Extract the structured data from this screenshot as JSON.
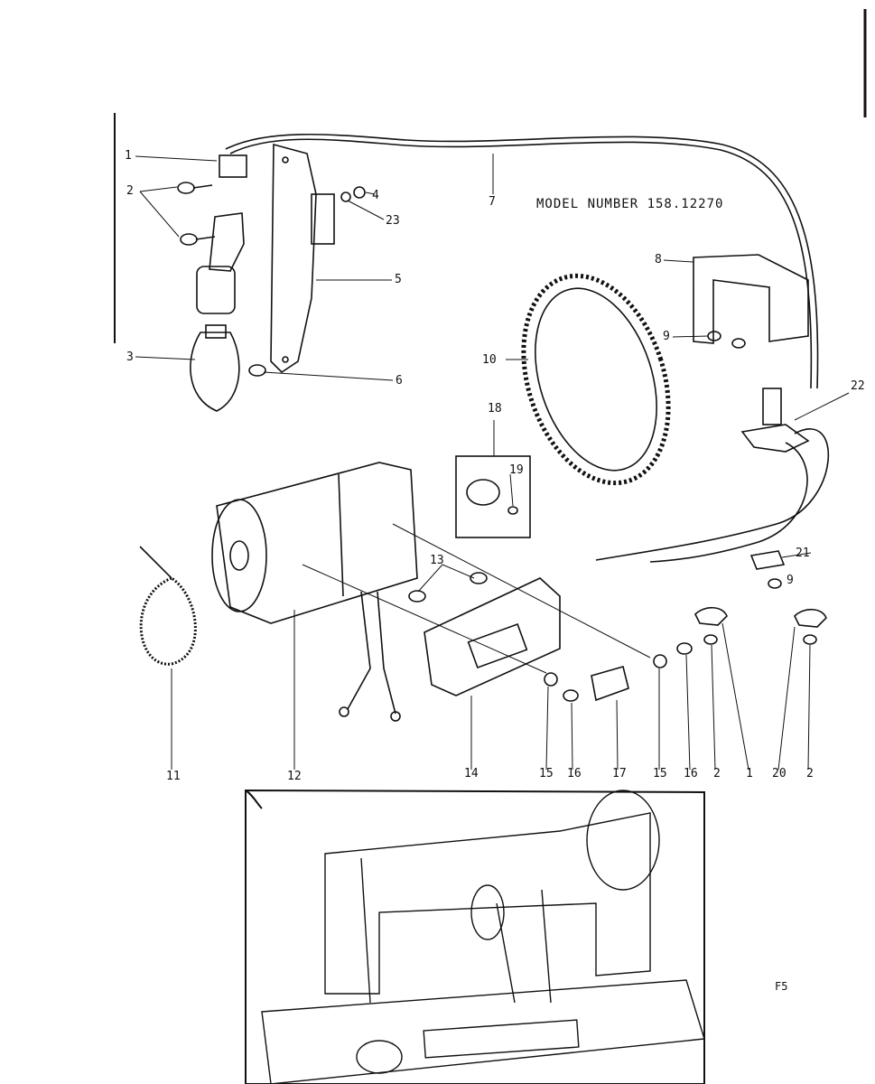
{
  "model_number": "MODEL NUMBER 158.12270",
  "page_id": "F5",
  "callouts": [
    "1",
    "2",
    "2",
    "3",
    "4",
    "5",
    "6",
    "7",
    "23",
    "8",
    "9",
    "10",
    "22",
    "18",
    "19",
    "21",
    "9",
    "13",
    "2",
    "1",
    "20",
    "2",
    "11",
    "12",
    "14",
    "15",
    "16",
    "17",
    "15",
    "16"
  ]
}
